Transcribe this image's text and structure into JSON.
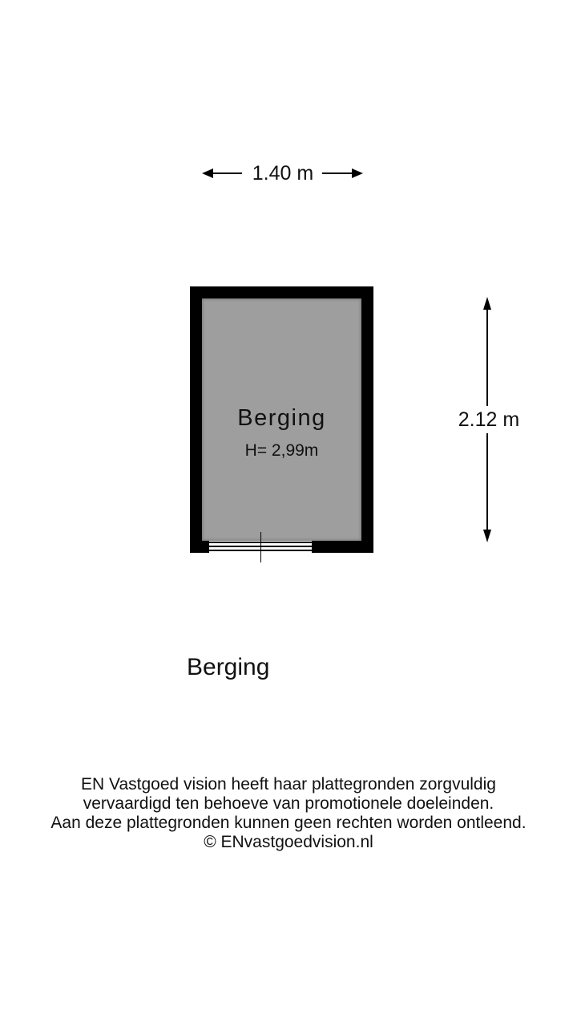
{
  "floorplan": {
    "width_dimension": "1.40 m",
    "depth_dimension": "2.12 m",
    "room": {
      "name": "Berging",
      "height": "H= 2,99m"
    },
    "floor_label": "Berging",
    "colors": {
      "wall": "#000000",
      "floor": "#9e9e9e",
      "background": "#ffffff"
    }
  },
  "disclaimer": {
    "lines": [
      "EN Vastgoed vision heeft haar plattegronden zorgvuldig",
      "vervaardigd ten behoeve van promotionele doeleinden.",
      "Aan deze plattegronden kunnen geen rechten worden ontleend.",
      "© ENvastgoedvision.nl"
    ]
  }
}
